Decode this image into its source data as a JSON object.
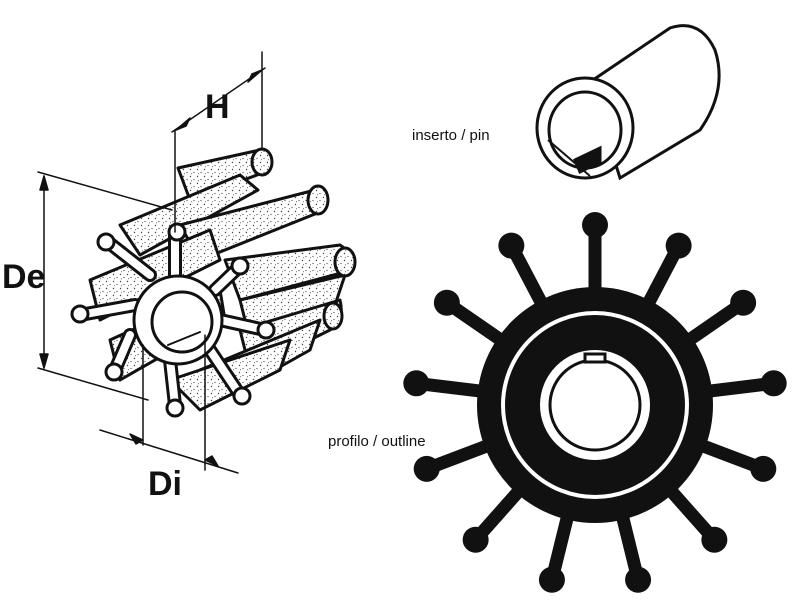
{
  "labels": {
    "height": "H",
    "outer_diameter": "De",
    "inner_diameter": "Di",
    "insert": "inserto / pin",
    "outline": "profilo / outline"
  },
  "outline_profile": {
    "blade_count": 13
  },
  "colors": {
    "ink": "#111111",
    "paper": "#ffffff",
    "stipple": "#555555"
  }
}
